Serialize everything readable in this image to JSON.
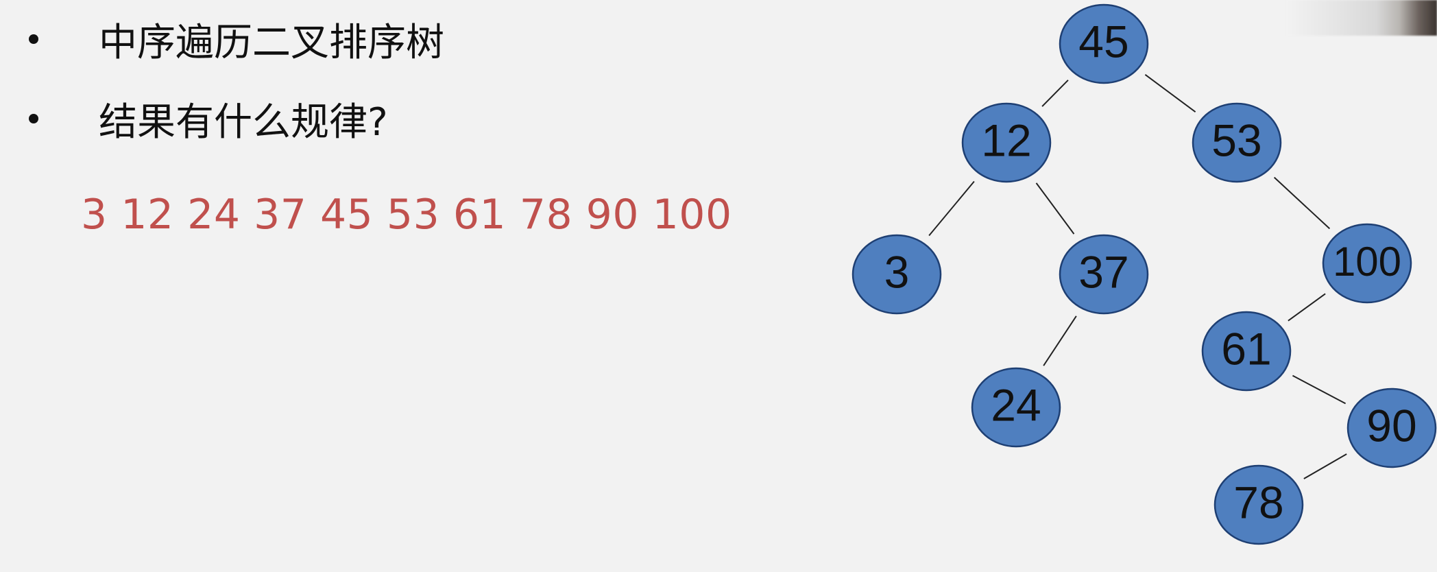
{
  "bullets": [
    {
      "text": "中序遍历二叉排序树"
    },
    {
      "text": "结果有什么规律?"
    }
  ],
  "result_sequence": "3 12 24 37 45 53 61 78 90 100",
  "colors": {
    "background": "#f2f2f2",
    "sequence_text": "#c0504d",
    "node_fill": "#4f7fbf",
    "node_stroke": "#1e3f73",
    "edge": "#222222"
  },
  "tree": {
    "nodes": [
      {
        "key": "45",
        "label": "45"
      },
      {
        "key": "12",
        "label": "12"
      },
      {
        "key": "53",
        "label": "53"
      },
      {
        "key": "3",
        "label": "3"
      },
      {
        "key": "37",
        "label": "37"
      },
      {
        "key": "100",
        "label": "100"
      },
      {
        "key": "24",
        "label": "24"
      },
      {
        "key": "61",
        "label": "61"
      },
      {
        "key": "90",
        "label": "90"
      },
      {
        "key": "78",
        "label": "78"
      }
    ],
    "edges": [
      {
        "from": "45",
        "to": "12"
      },
      {
        "from": "45",
        "to": "53"
      },
      {
        "from": "12",
        "to": "3"
      },
      {
        "from": "12",
        "to": "37"
      },
      {
        "from": "37",
        "to": "24"
      },
      {
        "from": "53",
        "to": "100"
      },
      {
        "from": "100",
        "to": "61"
      },
      {
        "from": "61",
        "to": "90"
      },
      {
        "from": "90",
        "to": "78"
      }
    ]
  }
}
